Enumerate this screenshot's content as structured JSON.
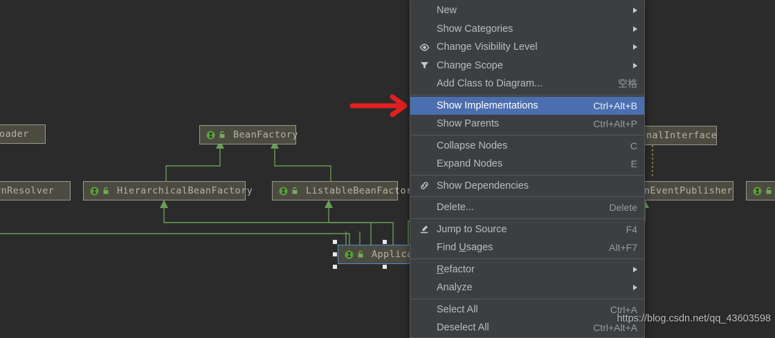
{
  "app": {
    "background_color": "#2b2b2b",
    "watermark": "https://blog.csdn.net/qq_43603598"
  },
  "diagram": {
    "node_fill": "#4b4b40",
    "node_border": "#9a9a92",
    "edge_color": "#6a9c55",
    "dashed_edge_color": "#9a9a3c",
    "selection_color": "#4a90d9",
    "nodes": [
      {
        "id": "resource-loader",
        "label": "eLoader",
        "truncated_left": true,
        "icon": "none"
      },
      {
        "id": "bean-factory",
        "label": "BeanFactory",
        "truncated_left": false,
        "icon": "interface"
      },
      {
        "id": "functional-interface",
        "label": "nalInterface",
        "truncated_left": true,
        "icon": "none"
      },
      {
        "id": "resource-pattern-resolver",
        "label": "ternResolver",
        "truncated_left": true,
        "icon": "none"
      },
      {
        "id": "hierarchical-bean-factory",
        "label": "HierarchicalBeanFactory",
        "truncated_left": false,
        "icon": "interface"
      },
      {
        "id": "listable-bean-factory",
        "label": "ListableBeanFactory",
        "truncated_left": false,
        "icon": "interface"
      },
      {
        "id": "application-event-publisher",
        "label": "nEventPublisher",
        "truncated_left": true,
        "icon": "none"
      },
      {
        "id": "right-edge-node",
        "label": "",
        "truncated_left": false,
        "icon": "interface"
      },
      {
        "id": "application-context",
        "label": "Applicat",
        "truncated_left": false,
        "icon": "interface",
        "selected": true
      }
    ]
  },
  "context_menu": {
    "highlight_color": "#4b6eaf",
    "items": [
      {
        "label": "New",
        "icon": "none",
        "accel": "",
        "submenu": true
      },
      {
        "label": "Show Categories",
        "icon": "none",
        "accel": "",
        "submenu": true
      },
      {
        "label": "Change Visibility Level",
        "icon": "eye-icon",
        "accel": "",
        "submenu": true
      },
      {
        "label": "Change Scope",
        "icon": "filter-icon",
        "accel": "",
        "submenu": true
      },
      {
        "label": "Add Class to Diagram...",
        "icon": "none",
        "accel": "空格",
        "submenu": false
      },
      {
        "separator": true
      },
      {
        "label": "Show Implementations",
        "icon": "none",
        "accel": "Ctrl+Alt+B",
        "submenu": false,
        "highlighted": true
      },
      {
        "label": "Show Parents",
        "icon": "none",
        "accel": "Ctrl+Alt+P",
        "submenu": false
      },
      {
        "separator": true
      },
      {
        "label": "Collapse Nodes",
        "icon": "none",
        "accel": "C",
        "submenu": false
      },
      {
        "label": "Expand Nodes",
        "icon": "none",
        "accel": "E",
        "submenu": false
      },
      {
        "separator": true
      },
      {
        "label": "Show Dependencies",
        "icon": "link-icon",
        "accel": "",
        "submenu": false
      },
      {
        "separator": true
      },
      {
        "label": "Delete...",
        "icon": "none",
        "accel": "Delete",
        "submenu": false
      },
      {
        "separator": true
      },
      {
        "label": "Jump to Source",
        "icon": "pencil-icon",
        "accel": "F4",
        "submenu": false
      },
      {
        "label": "Find Usages",
        "icon": "none",
        "accel": "Alt+F7",
        "submenu": false,
        "mnemonic": "U"
      },
      {
        "separator": true
      },
      {
        "label": "Refactor",
        "icon": "none",
        "accel": "",
        "submenu": true,
        "mnemonic": "R"
      },
      {
        "label": "Analyze",
        "icon": "none",
        "accel": "",
        "submenu": true
      },
      {
        "separator": true
      },
      {
        "label": "Select All",
        "icon": "none",
        "accel": "Ctrl+A",
        "submenu": false
      },
      {
        "label": "Deselect All",
        "icon": "none",
        "accel": "Ctrl+Alt+A",
        "submenu": false
      }
    ]
  },
  "annotation": {
    "arrow_color": "#e02020",
    "points_to": "Show Implementations"
  }
}
